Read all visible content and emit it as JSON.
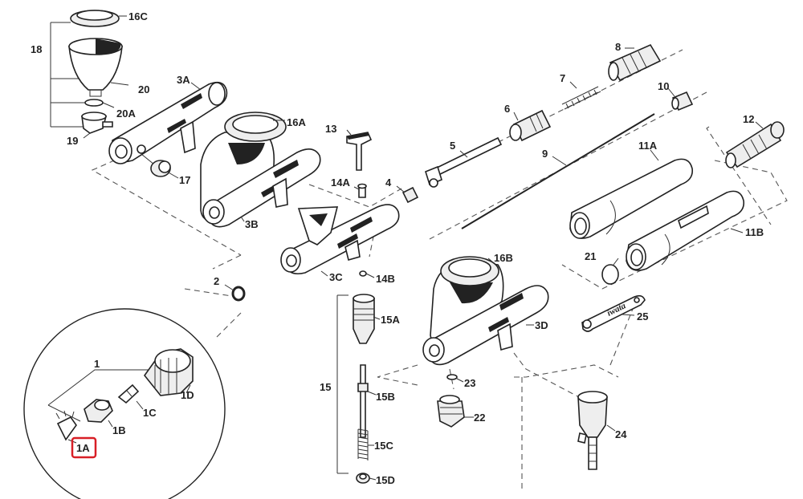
{
  "diagram": {
    "labels": {
      "p1": "1",
      "p1A": "1A",
      "p1B": "1B",
      "p1C": "1C",
      "p1D": "1D",
      "p2": "2",
      "p3A": "3A",
      "p3B": "3B",
      "p3C": "3C",
      "p3D": "3D",
      "p4": "4",
      "p5": "5",
      "p6": "6",
      "p7": "7",
      "p8": "8",
      "p9": "9",
      "p10": "10",
      "p11A": "11A",
      "p11B": "11B",
      "p12": "12",
      "p13": "13",
      "p14A": "14A",
      "p14B": "14B",
      "p15": "15",
      "p15A": "15A",
      "p15B": "15B",
      "p15C": "15C",
      "p15D": "15D",
      "p16A": "16A",
      "p16B": "16B",
      "p16C": "16C",
      "p17": "17",
      "p18": "18",
      "p19": "19",
      "p20": "20",
      "p20A": "20A",
      "p21": "21",
      "p22": "22",
      "p23": "23",
      "p24": "24",
      "p25": "25"
    },
    "wrench_text": "iwata",
    "highlight_color": "#d81f26"
  }
}
